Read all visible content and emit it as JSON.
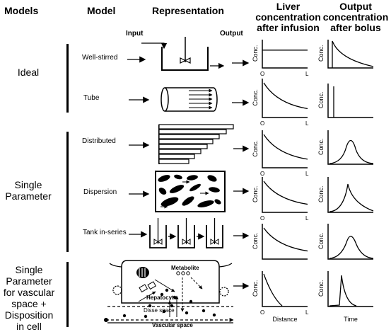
{
  "headers": {
    "models": "Models",
    "model": "Model",
    "representation": "Representation",
    "liver": "Liver concentration after infusion",
    "output": "Output concentration after bolus"
  },
  "io": {
    "input": "Input",
    "output": "Output"
  },
  "groups": {
    "ideal": "Ideal",
    "single_parameter": "Single Parameter",
    "single_parameter_cell": "Single Parameter for vascular space + Disposition in cell"
  },
  "models": {
    "well_stirred": "Well-stirred",
    "tube": "Tube",
    "distributed": "Distributed",
    "dispersion": "Dispersion",
    "tank_in_series": "Tank in-series"
  },
  "cell": {
    "metabolite": "Metabolite",
    "hepatocyte": "Hepatocyte",
    "disse_space": "Disse space",
    "vascular_space": "Vascular space"
  },
  "graph": {
    "conc": "Conc.",
    "origin": "O",
    "end": "L",
    "distance": "Distance",
    "time": "Time"
  }
}
